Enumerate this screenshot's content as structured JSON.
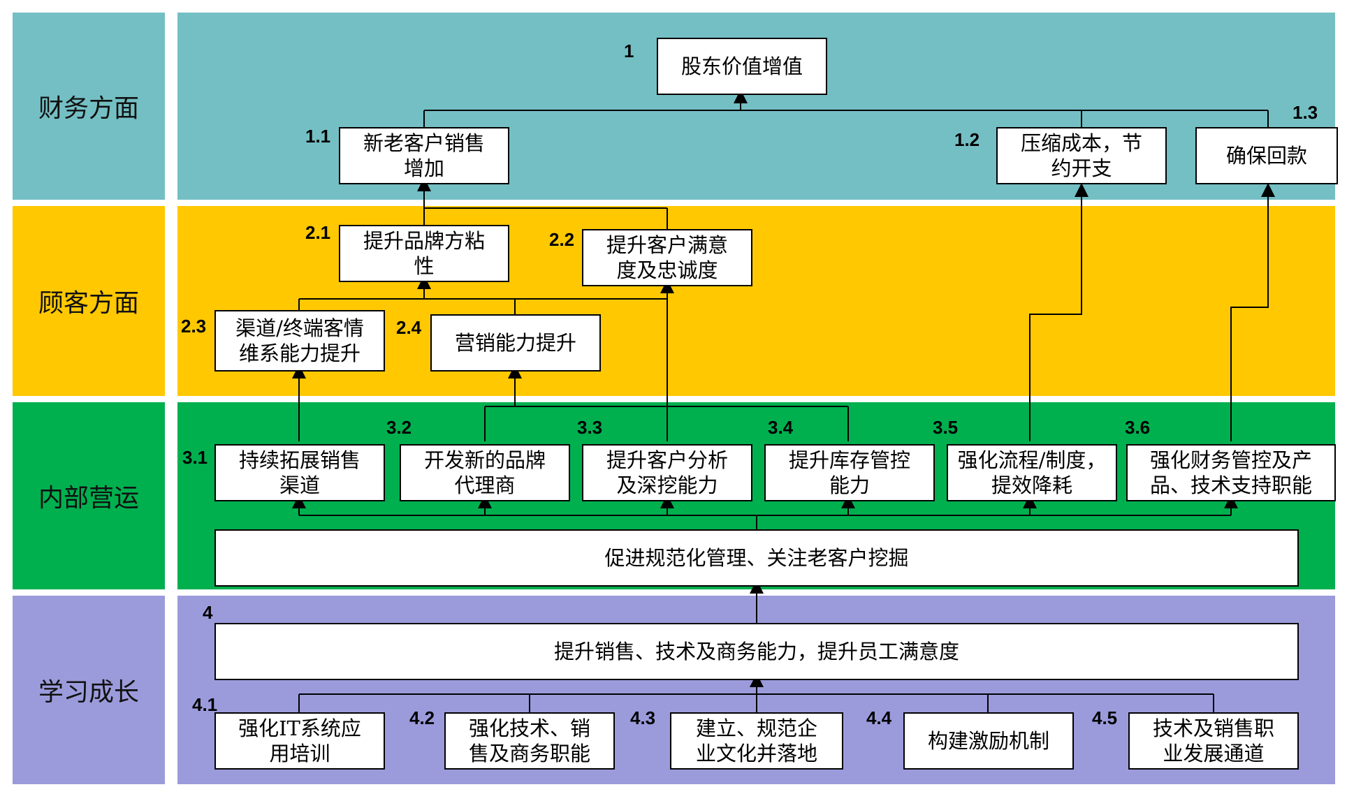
{
  "colors": {
    "financial": "#74bfc4",
    "customer": "#ffc800",
    "internal": "#00b04f",
    "learning": "#9b9bdc",
    "box_border": "#000000",
    "line": "#000000"
  },
  "perspectives": [
    {
      "id": "financial",
      "label": "财务方面"
    },
    {
      "id": "customer",
      "label": "顾客方面"
    },
    {
      "id": "internal",
      "label": "内部营运"
    },
    {
      "id": "learning",
      "label": "学习成长"
    }
  ],
  "nodes": {
    "n1": {
      "num": "1",
      "label": "股东价值增值"
    },
    "n1_1": {
      "num": "1.1",
      "label": "新老客户销售\n增加"
    },
    "n1_2": {
      "num": "1.2",
      "label": "压缩成本，节\n约开支"
    },
    "n1_3": {
      "num": "1.3",
      "label": "确保回款"
    },
    "n2_1": {
      "num": "2.1",
      "label": "提升品牌方粘\n性"
    },
    "n2_2": {
      "num": "2.2",
      "label": "提升客户满意\n度及忠诚度"
    },
    "n2_3": {
      "num": "2.3",
      "label": "渠道/终端客情\n维系能力提升"
    },
    "n2_4": {
      "num": "2.4",
      "label": "营销能力提升"
    },
    "n3_1": {
      "num": "3.1",
      "label": "持续拓展销售\n渠道"
    },
    "n3_2": {
      "num": "3.2",
      "label": "开发新的品牌\n代理商"
    },
    "n3_3": {
      "num": "3.3",
      "label": "提升客户分析\n及深挖能力"
    },
    "n3_4": {
      "num": "3.4",
      "label": "提升库存管控\n能力"
    },
    "n3_5": {
      "num": "3.5",
      "label": "强化流程/制度，\n提效降耗"
    },
    "n3_6": {
      "num": "3.6",
      "label": "强化财务管控及产\n品、技术支持职能"
    },
    "n3_base": {
      "num": "",
      "label": "促进规范化管理、关注老客户挖掘"
    },
    "n4": {
      "num": "4",
      "label": "提升销售、技术及商务能力，提升员工满意度"
    },
    "n4_1": {
      "num": "4.1",
      "label": "强化IT系统应\n用培训"
    },
    "n4_2": {
      "num": "4.2",
      "label": "强化技术、销\n售及商务职能"
    },
    "n4_3": {
      "num": "4.3",
      "label": "建立、规范企\n业文化并落地"
    },
    "n4_4": {
      "num": "4.4",
      "label": "构建激励机制"
    },
    "n4_5": {
      "num": "4.5",
      "label": "技术及销售职\n业发展通道"
    }
  }
}
